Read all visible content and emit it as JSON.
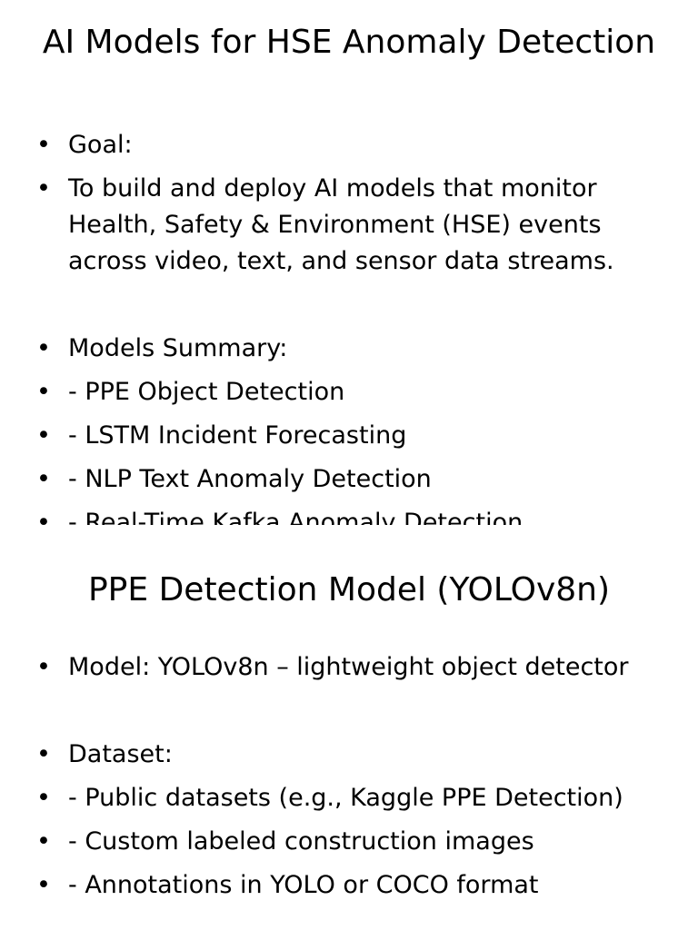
{
  "slides": [
    {
      "title": "AI Models for HSE Anomaly Detection",
      "bullets": [
        "Goal:",
        "To build and deploy AI models that monitor Health, Safety & Environment (HSE) events across video, text, and sensor data streams.",
        "",
        "Models Summary:",
        "- PPE Object Detection",
        "- LSTM Incident Forecasting",
        "- NLP Text Anomaly Detection",
        "- Real-Time Kafka Anomaly Detection"
      ]
    },
    {
      "title": "PPE Detection Model (YOLOv8n)",
      "bullets": [
        "Model: YOLOv8n – lightweight object detector",
        "",
        "Dataset:",
        "- Public datasets (e.g., Kaggle PPE Detection)",
        "- Custom labeled construction images",
        "- Annotations in YOLO or COCO format"
      ]
    }
  ]
}
